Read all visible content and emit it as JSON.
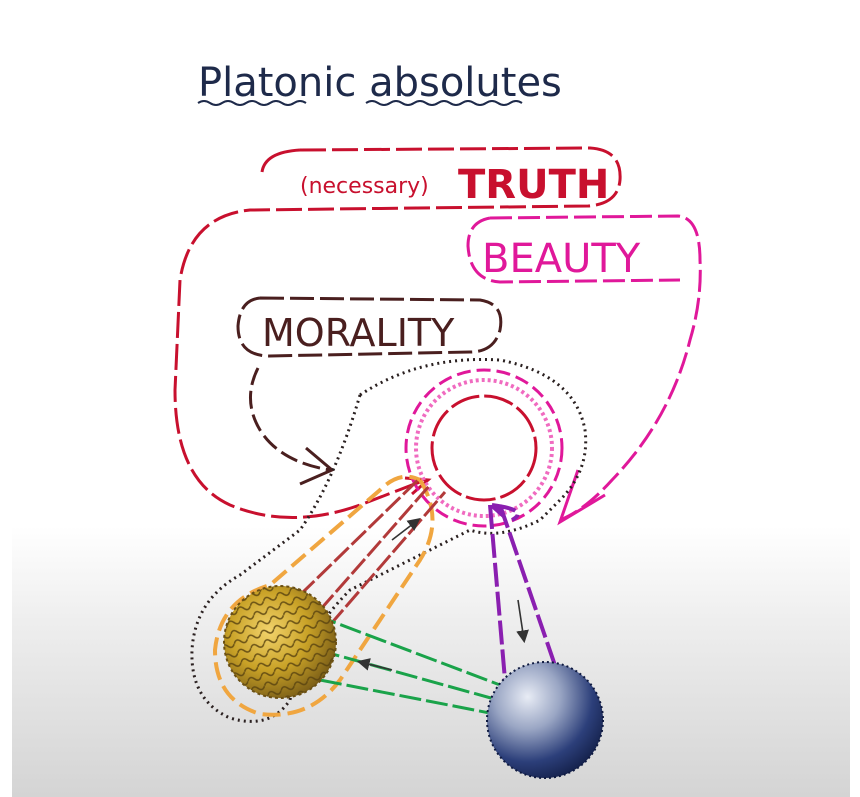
{
  "title": "Platonic absolutes",
  "labels": {
    "truth_qualifier": "(necessary)",
    "truth": "TRUTH",
    "beauty": "BEAUTY",
    "morality": "MORALITY"
  },
  "colors": {
    "truth": "#c8102e",
    "beauty": "#e0189a",
    "morality": "#4a1f1f",
    "title_ink": "#1e2a4a",
    "gold_sphere": "#c9a227",
    "blue_sphere": "#1b2a5e",
    "green_link": "#1aa34a",
    "purple_link": "#8a1fb0",
    "orange_halo": "#f0a640"
  }
}
